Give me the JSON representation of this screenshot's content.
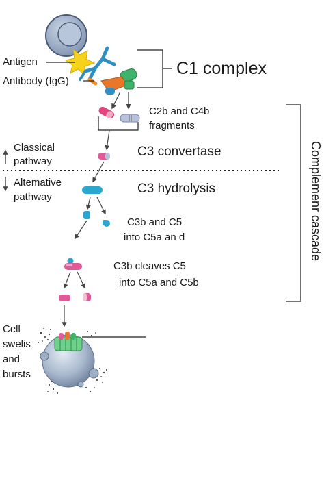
{
  "labels": {
    "antigen": "Antigen",
    "antibody": "Antibody (IgG)",
    "c1_complex": "C1 complex",
    "fragments_line1": "C2b and C4b",
    "fragments_line2": "fragments",
    "classical_line1": "Classical",
    "classical_line2": "pathway",
    "c3_convertase": "C3 convertase",
    "alternative_line1": "Altemative",
    "alternative_line2": "pathway",
    "c3_hydrolysis": "C3 hydrolysis",
    "c3b_c5_line1": "C3b and C5",
    "c3b_c5_line2": "into C5a an d",
    "c3b_cleaves_line1": "C3b cleaves C5",
    "c3b_cleaves_line2": "into C5a and C5b",
    "cell_line1": "Cell",
    "cell_line2": "swelis",
    "cell_line3": "and",
    "cell_line4": "bursts",
    "cascade": "Complemenr cascade"
  },
  "colors": {
    "cell_grey": "#9fb0c6",
    "antigen_yellow": "#f6d21a",
    "antibody_blue": "#2f8fc0",
    "c1_green": "#3fb36a",
    "c1_orange": "#e8772a",
    "fragment_pink": "#e0457e",
    "fragment_lavender": "#b9c2dc",
    "c3_teal": "#2aa6cf",
    "c5_pink": "#e05a98",
    "mac_green": "#6ed08a"
  }
}
